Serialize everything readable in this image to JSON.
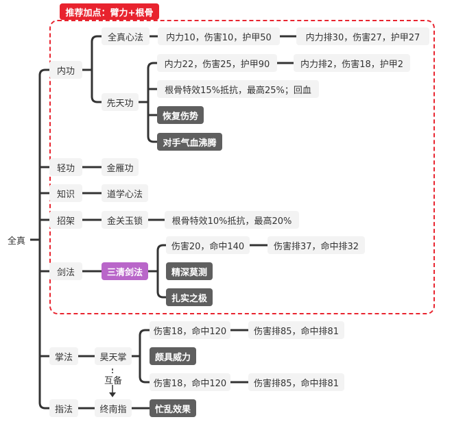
{
  "badge": "推荐加点：臂力+根骨",
  "root": "全真",
  "branches": {
    "neigong": "内功",
    "qinggong": "轻功",
    "zhishi": "知识",
    "zhaojia": "招架",
    "jianfa": "剑法",
    "zhangfa": "掌法",
    "zhifa": "指法"
  },
  "neigong": {
    "quanzhen": "全真心法",
    "quanzhen_stats": "内力10，伤害10，护甲50",
    "quanzhen_rank": "内力排30，伤害27，护甲27",
    "xiantian": "先天功",
    "xiantian_stats": "内力22，伤害25，护甲90",
    "xiantian_rank": "内力排2，伤害18，护甲2",
    "xiantian_special": "根骨特效15%抵抗，最高25%；回血",
    "xiantian_effect1": "恢复伤势",
    "xiantian_effect2": "对手气血沸腾"
  },
  "qinggong": {
    "skill": "金雁功"
  },
  "zhishi": {
    "skill": "道学心法"
  },
  "zhaojia": {
    "skill": "金关玉锁",
    "special": "根骨特效10%抵抗，最高20%"
  },
  "jianfa": {
    "skill": "三清剑法",
    "stats": "伤害20，命中140",
    "rank": "伤害排37，命中排32",
    "effect1": "精深莫测",
    "effect2": "扎实之极"
  },
  "zhangfa": {
    "skill": "昊天掌",
    "stats": "伤害18，命中120",
    "rank": "伤害排85，命中排81",
    "effect": "颇具威力",
    "huxiang": "互备"
  },
  "zhifa": {
    "skill": "终南指",
    "stats": "伤害18，命中120",
    "rank": "伤害排85，命中排81",
    "effect": "忙乱效果"
  },
  "colors": {
    "line": "#333333",
    "badge": "#e8232e",
    "highlight": "#b966c9",
    "dark_node": "#5f5f5f",
    "node": "#f3f3f3"
  }
}
